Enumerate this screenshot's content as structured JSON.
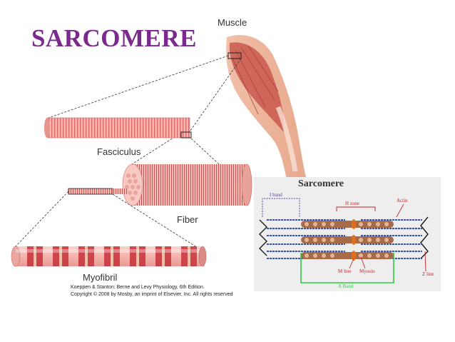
{
  "title": "SARCOMERE",
  "labels": {
    "muscle": "Muscle",
    "fasciculus": "Fasciculus",
    "fiber": "Fiber",
    "myofibril": "Myofibril"
  },
  "credit": {
    "line1": "Koeppen & Stanton: Berne and Levy Physiology, 6th Edition.",
    "line2": "Copyright © 2008 by Mosby, an imprint of Elsevier, Inc. All rights reserved"
  },
  "inset": {
    "title": "Sarcomere",
    "i_band": "I band",
    "h_zone": "H zone",
    "actin": "Actin",
    "m_line": "M line",
    "myosin": "Myosin",
    "z_line": "Z line",
    "a_band": "A Band"
  },
  "colors": {
    "title": "#7a2a8c",
    "muscle": "#e8a08a",
    "fiber": "#e9a29a",
    "band_dark": "#c8323c",
    "a_band": "#2ecc40",
    "i_band": "#5a3fa8",
    "h_zone": "#c0282c"
  }
}
